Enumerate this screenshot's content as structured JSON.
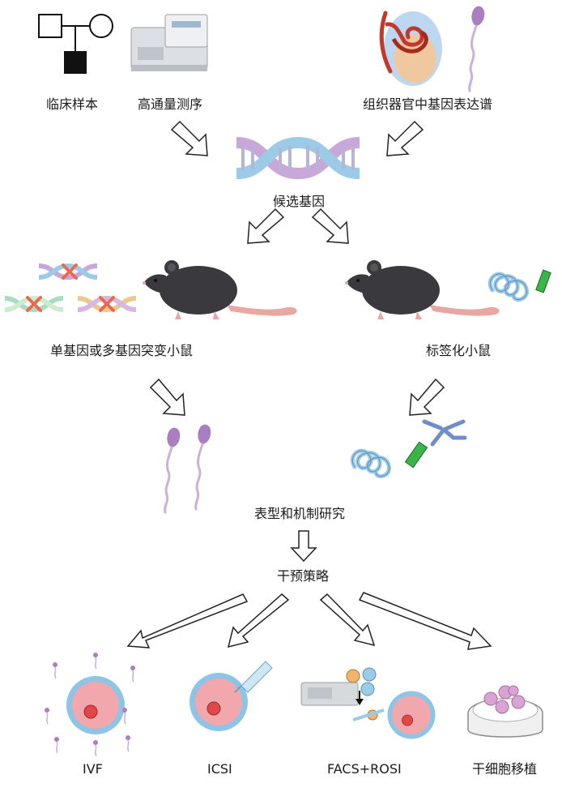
{
  "labels": {
    "clinical_samples": "临床样本",
    "ngs": "高通量测序",
    "organ_expression": "组织器官中基因表达谱",
    "candidate_genes": "候选基因",
    "mutant_mice": "单基因或多基因突变小鼠",
    "tagged_mice": "标签化小鼠",
    "phenotype_mechanism": "表型和机制研究",
    "intervention": "干预策略",
    "ivf": "IVF",
    "icsi": "ICSI",
    "facs_rosi": "FACS+ROSI",
    "stem_cell": "干细胞移植"
  },
  "colors": {
    "mouse": "#3a3a3e",
    "mouse_tail": "#e8a7a2",
    "sperm_head": "#a97fc2",
    "sperm_tail": "#c9b1dc",
    "egg_outer": "#8ec4e6",
    "egg_inner": "#f2a7ad",
    "nucleus": "#e04848",
    "dna_purple": "#c8a8d8",
    "dna_blue": "#9ccbe8",
    "cross": "#ea6a4f",
    "tag_green": "#3bb44a",
    "antibody": "#6f8ec9",
    "testis": "#c0392b",
    "dish_cells": "#d9a3d4"
  },
  "icons": [
    "pedigree-icon",
    "sequencer-icon",
    "testis-icon",
    "sperm-icon",
    "dna-helix-icon",
    "mouse-icon",
    "protein-tag-icon",
    "antibody-icon",
    "oocyte-icon",
    "pipette-icon",
    "cell-sorter-icon",
    "petri-dish-icon"
  ]
}
